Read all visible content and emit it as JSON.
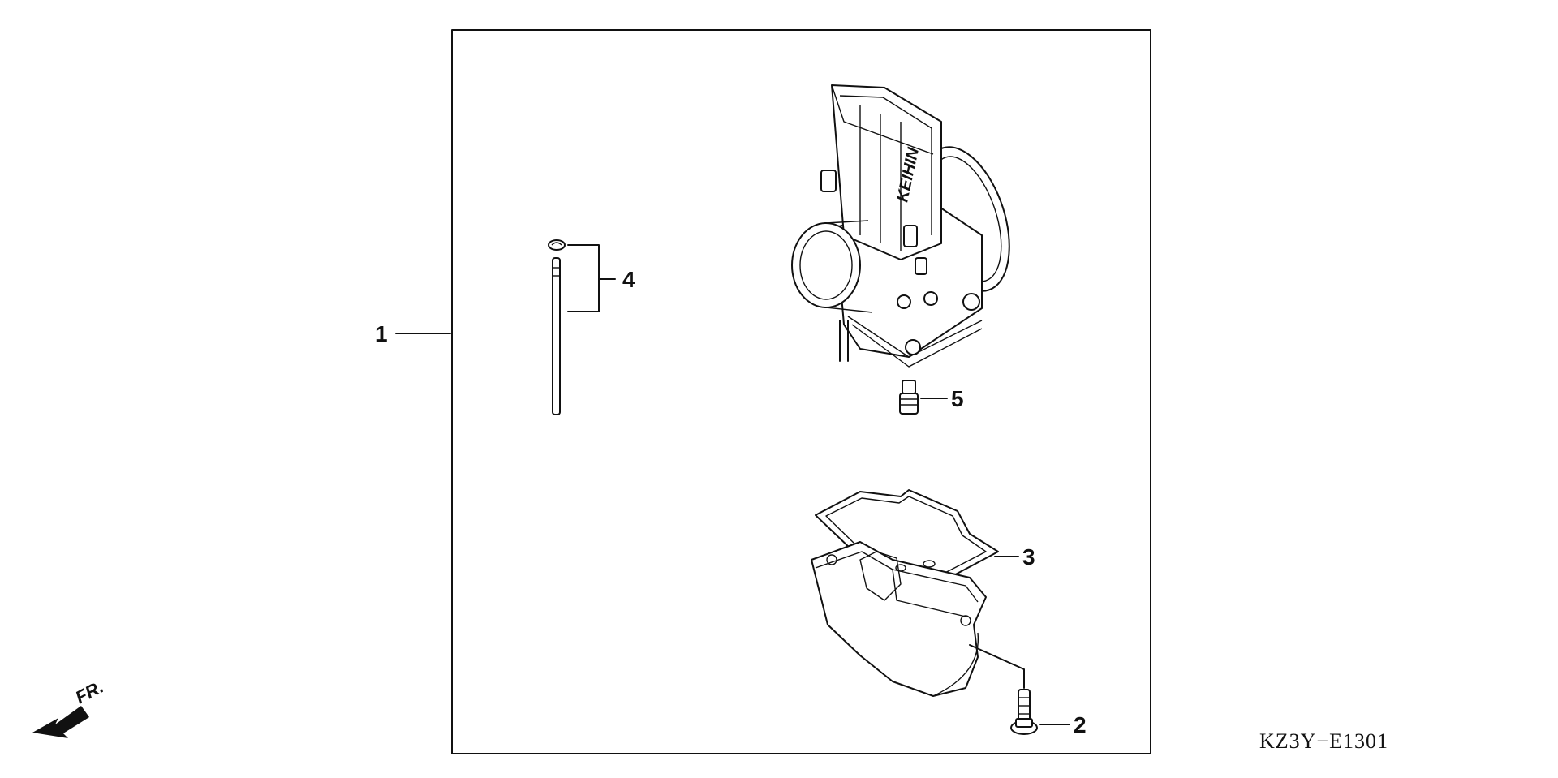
{
  "callouts": {
    "kit": "1",
    "screw": "2",
    "gasket": "3",
    "needle_set": "4",
    "jet": "5"
  },
  "front_indicator": "FR.",
  "diagram_code": "KZ3Y−E1301",
  "carburetor_marking": "KEIHIN"
}
